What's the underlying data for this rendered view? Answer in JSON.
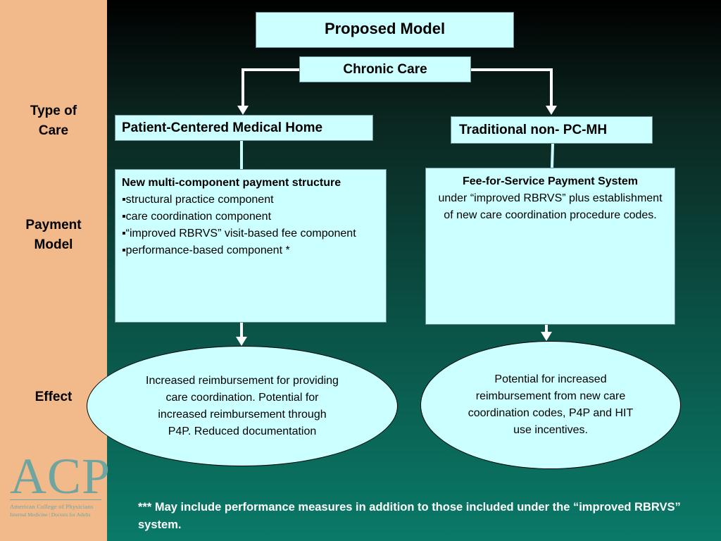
{
  "row_labels": {
    "type_of_care": "Type of\nCare",
    "payment_model": "Payment\nModel",
    "effect": "Effect"
  },
  "title": "Proposed Model",
  "chronic_care": "Chronic Care",
  "left": {
    "header": "Patient-Centered Medical Home",
    "payment_heading": "New multi-component payment structure",
    "payment_items": [
      "structural practice component",
      "care coordination component",
      "“improved RBRVS”  visit-based fee component",
      "performance-based component *"
    ],
    "effect": "Increased reimbursement for providing care coordination.  Potential for  increased reimbursement through P4P. Reduced documentation"
  },
  "right": {
    "header": "Traditional non- PC-MH",
    "payment_heading": "Fee-for-Service Payment System",
    "payment_text": "under “improved RBRVS” plus establishment of new care coordination procedure codes.",
    "effect": "Potential for increased reimbursement from  new care coordination codes, P4P and HIT use incentives."
  },
  "footnote": "*** May include performance measures in addition to those included under the “improved RBRVS” system.",
  "logo": {
    "mark": "ACP",
    "line1": "American College of Physicians",
    "line2": "Internal Medicine | Doctors for Adults"
  },
  "colors": {
    "sidebar": "#f2b98a",
    "box_fill": "#ccffff",
    "footnote_text": "#ffffff",
    "logo": "#6fa5a0"
  }
}
